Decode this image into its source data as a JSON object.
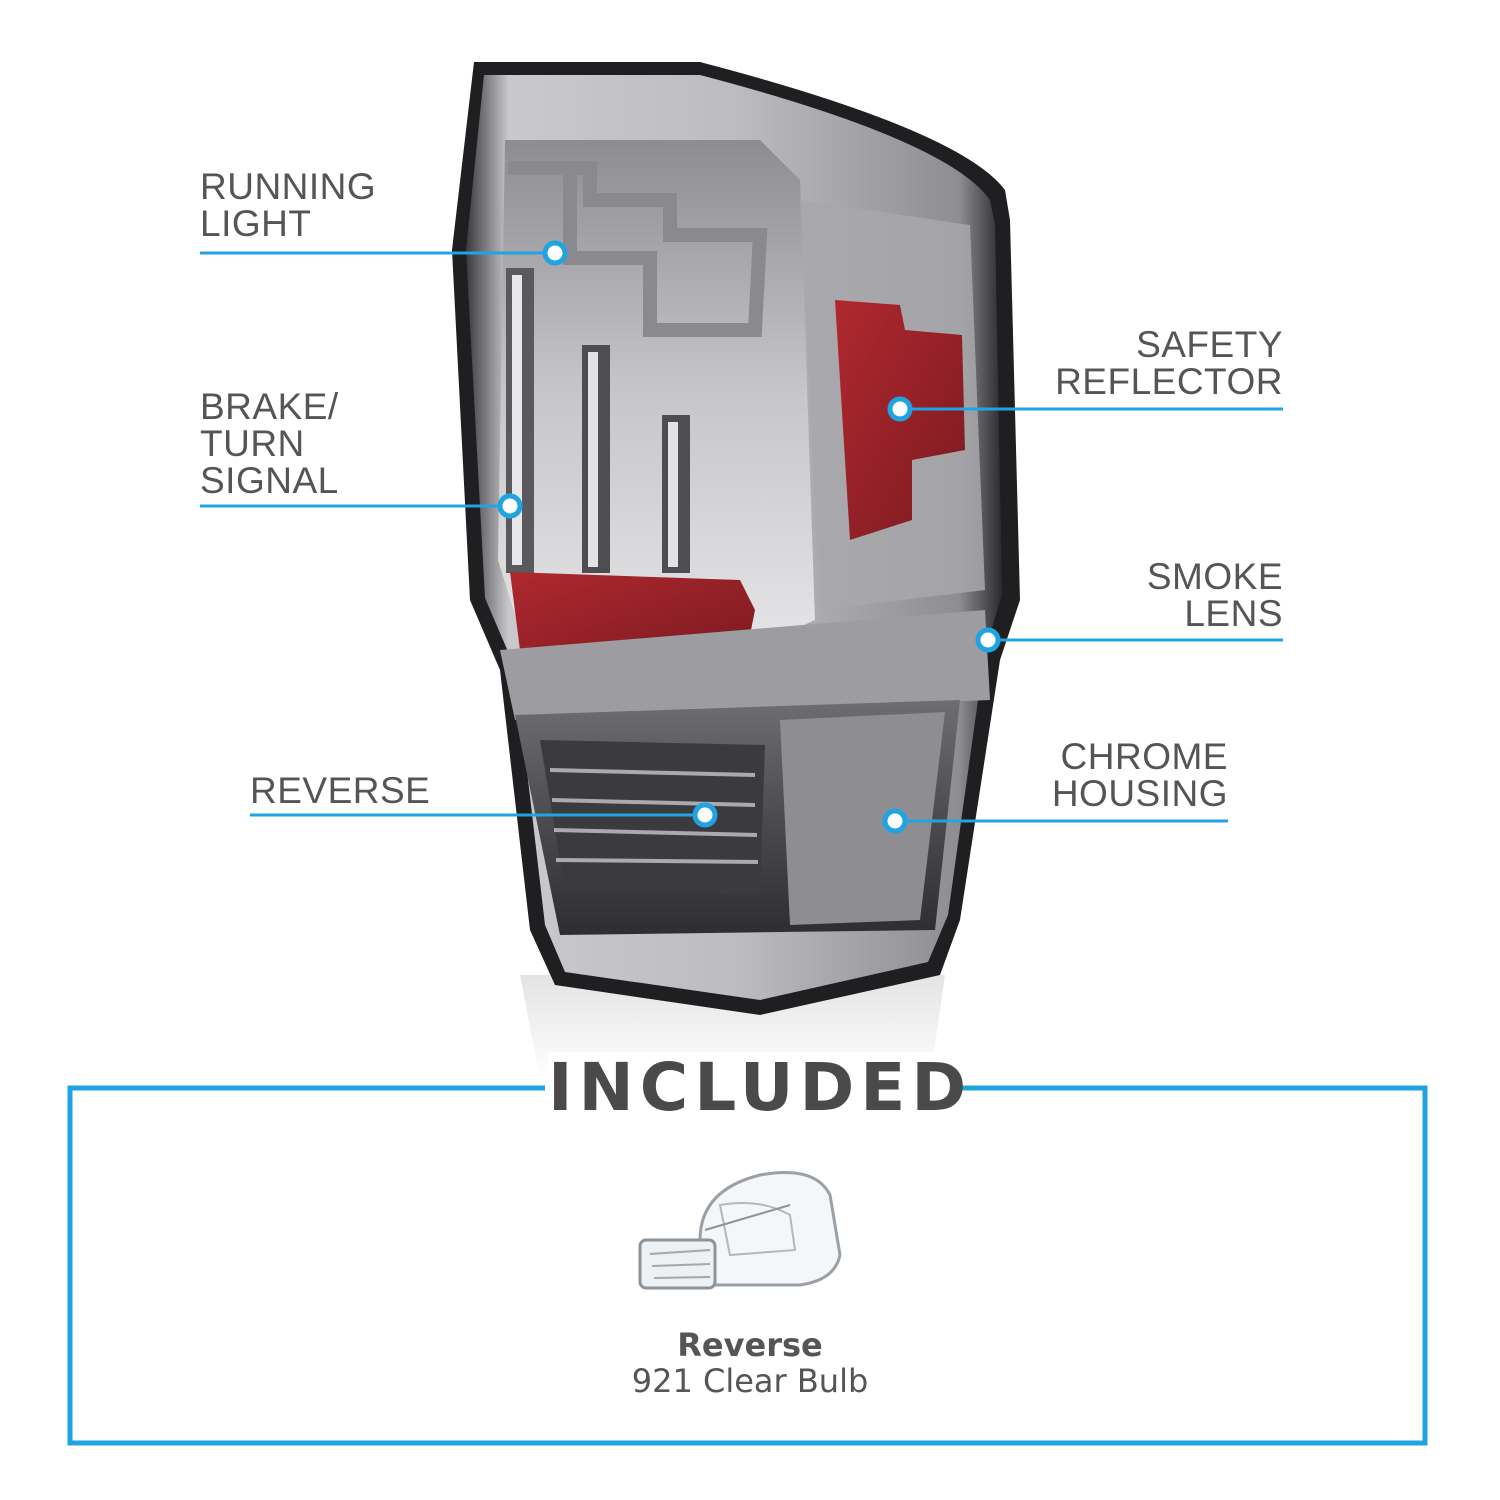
{
  "accent_color": "#1fa3e3",
  "callouts": {
    "running_light": "RUNNING\nLIGHT",
    "brake_turn": "BRAKE/\nTURN\nSIGNAL",
    "reverse": "REVERSE",
    "safety_reflector": "SAFETY\nREFLECTOR",
    "smoke_lens": "SMOKE\nLENS",
    "chrome_housing": "CHROME\nHOUSING"
  },
  "included": {
    "title": "INCLUDED",
    "bulb_name": "Reverse",
    "bulb_desc": "921 Clear Bulb"
  },
  "icons": [
    "tail-light-product-image",
    "bulb-921-image"
  ]
}
